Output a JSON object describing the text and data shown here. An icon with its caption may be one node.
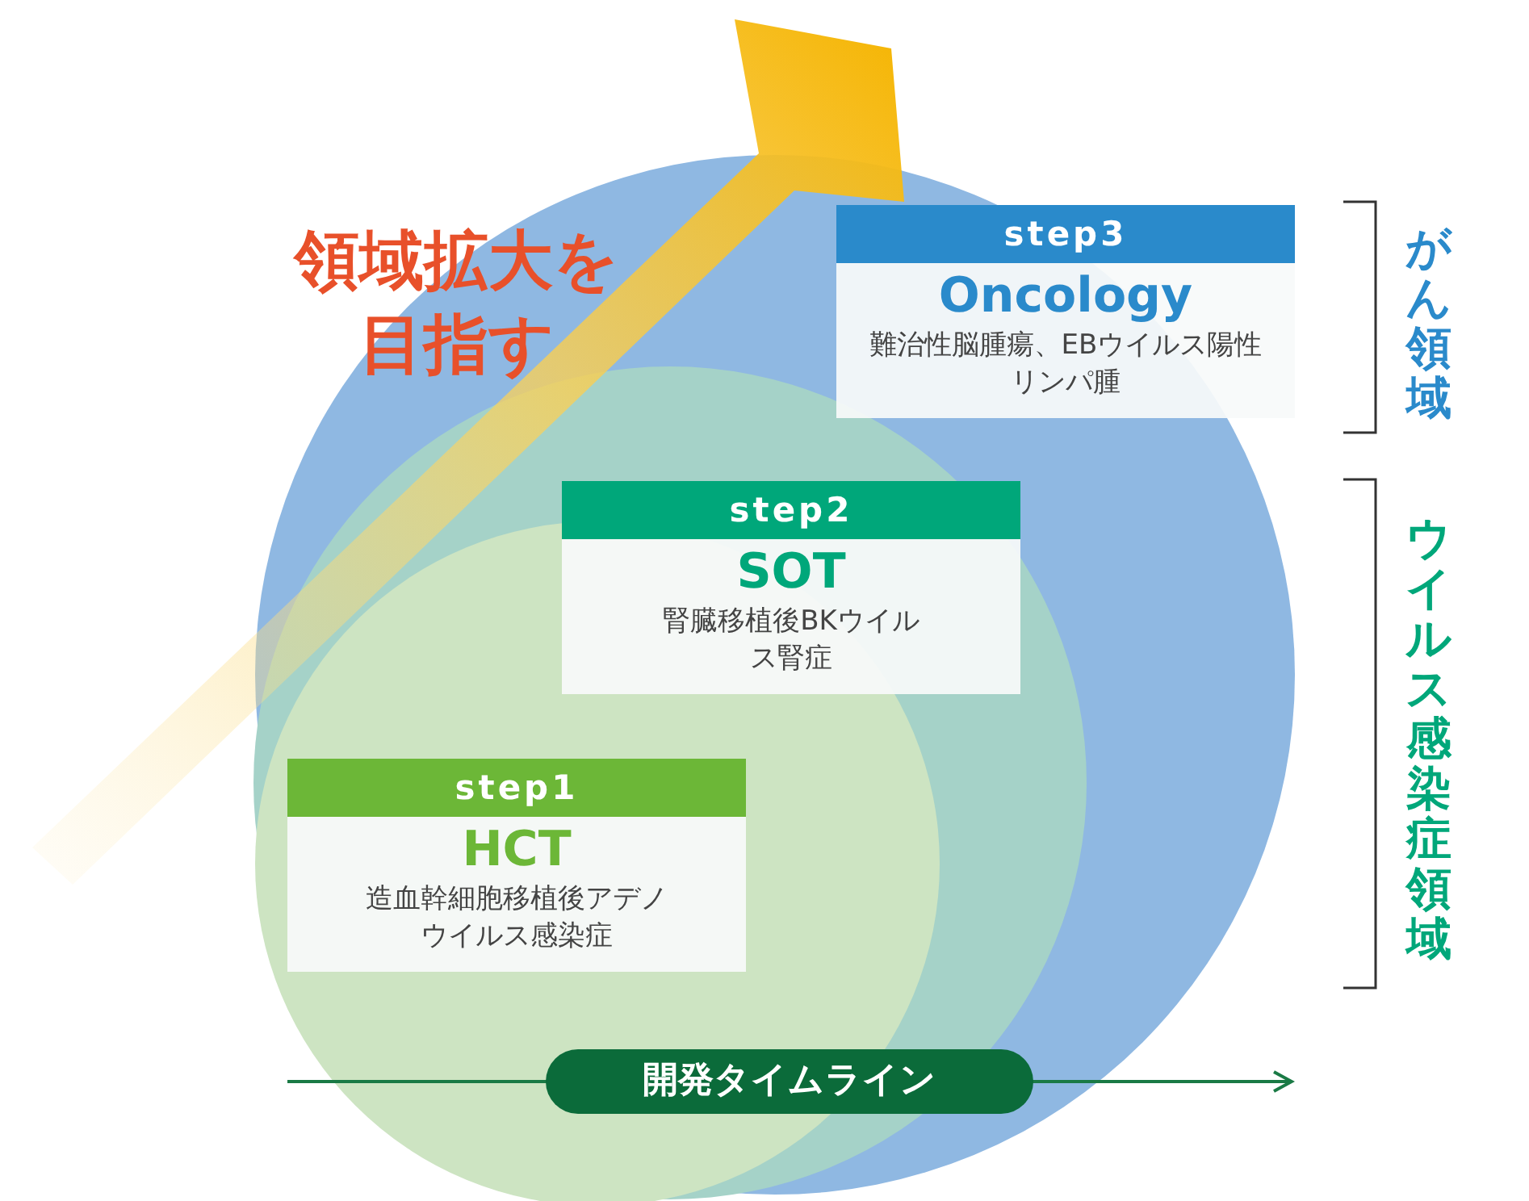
{
  "diagram": {
    "nodes": [
      {
        "text": [
          "step3",
          "Oncology",
          "難治性脳腫瘍、EBウイルス陽性リンパ腫"
        ]
      },
      {
        "text": [
          "step2",
          "SOT",
          "腎臓移植後BKウイルス腎症"
        ]
      },
      {
        "text": [
          "step1",
          "HCT",
          "造血幹細胞移植後アデノウイルス感染症"
        ]
      }
    ],
    "labels": [
      "領域拡大を目指す",
      "がん領域",
      "ウイルス感染症領域",
      "開発タイムライン"
    ]
  }
}
